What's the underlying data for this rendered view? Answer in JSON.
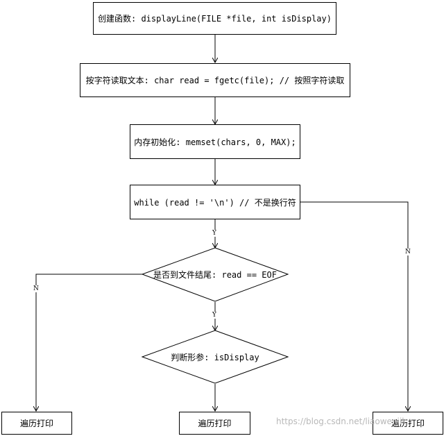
{
  "nodes": {
    "create": "创建函数: displayLine(FILE *file, int isDisplay)",
    "read_char": "按字符读取文本: char read = fgetc(file); // 按照字符读取",
    "memset": "内存初始化: memset(chars, 0, MAX);",
    "while_loop": "while (read != '\\n') // 不是换行符",
    "is_eof": "是否到文件结尾: read == EOF",
    "check_param": "判断形参: isDisplay",
    "print_left": "遍历打印",
    "print_mid": "遍历打印",
    "print_right": "遍历打印"
  },
  "edge_labels": {
    "while_yes": "Y",
    "while_no": "N",
    "eof_yes": "Y",
    "eof_no": "N"
  },
  "watermark": "https://blog.csdn.net/liaowenjik"
}
